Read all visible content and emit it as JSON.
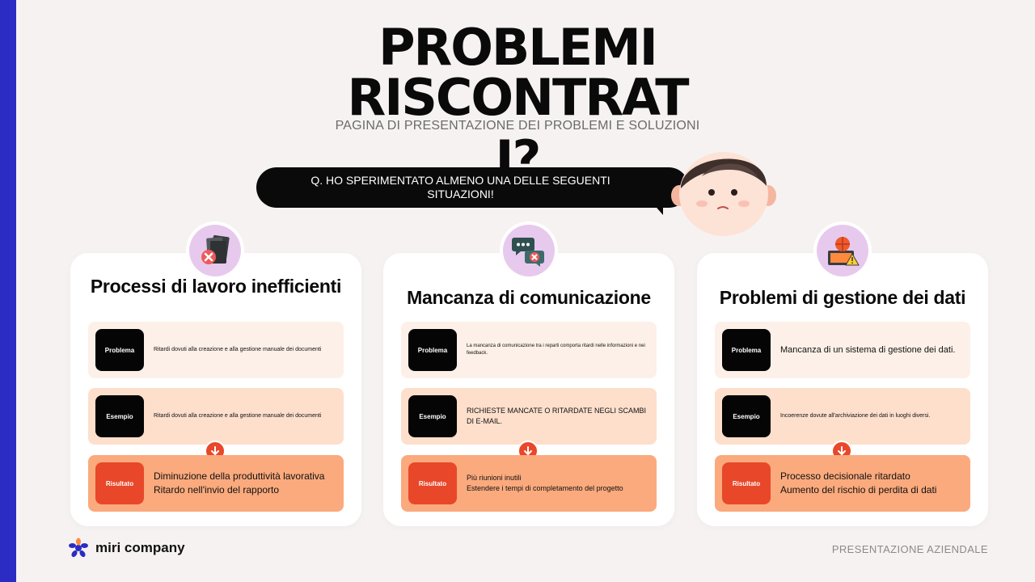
{
  "slide": {
    "title_line1": "PROBLEMI RISCONTRAT",
    "title_line2": "I?",
    "subtitle": "PAGINA DI PRESENTAZIONE DEI PROBLEMI E SOLUZIONI",
    "question": "Q. HO SPERIMENTATO ALMENO UNA DELLE SEGUENTI SITUAZIONI!"
  },
  "cards": [
    {
      "title": "Processi di lavoro inefficienti",
      "icon": "documents-error-icon",
      "rows": [
        {
          "tag": "Problema",
          "text": "Ritardi dovuti alla creazione e alla gestione manuale dei documenti"
        },
        {
          "tag": "Esempio",
          "text": "Ritardi dovuti alla creazione e alla gestione manuale dei documenti"
        },
        {
          "tag": "Risultato",
          "line1": "Diminuzione della produttività lavorativa",
          "line2": "Ritardo nell'invio del rapporto"
        }
      ]
    },
    {
      "title": "Mancanza di comunicazione",
      "icon": "chat-error-icon",
      "rows": [
        {
          "tag": "Problema",
          "text": "La mancanza di comunicazione tra i reparti comporta ritardi nelle informazioni e nei feedback."
        },
        {
          "tag": "Esempio",
          "text": "RICHIESTE MANCATE O RITARDATE NEGLI SCAMBI DI E-MAIL."
        },
        {
          "tag": "Risultato",
          "line1": "Più riunioni inutili",
          "line2": "Estendere i tempi di completamento del progetto"
        }
      ]
    },
    {
      "title": "Problemi di gestione dei dati",
      "icon": "data-warning-icon",
      "rows": [
        {
          "tag": "Problema",
          "text": "Mancanza di un sistema di gestione dei dati."
        },
        {
          "tag": "Esempio",
          "text": "Incoerenze dovute all'archiviazione dei dati in luoghi diversi."
        },
        {
          "tag": "Risultato",
          "line1": "Processo decisionale ritardato",
          "line2": "Aumento del rischio di perdita di dati"
        }
      ]
    }
  ],
  "footer": {
    "company": "miri company",
    "right_label": "PRESENTAZIONE AZIENDALE"
  },
  "colors": {
    "side_bar": "#2a2cc4",
    "accent_orange": "#e9472a",
    "row_light": "#fdf0e8",
    "row_mid": "#fddfcc",
    "row_strong": "#fbaa7d",
    "icon_bg": "#e7c9ee"
  }
}
